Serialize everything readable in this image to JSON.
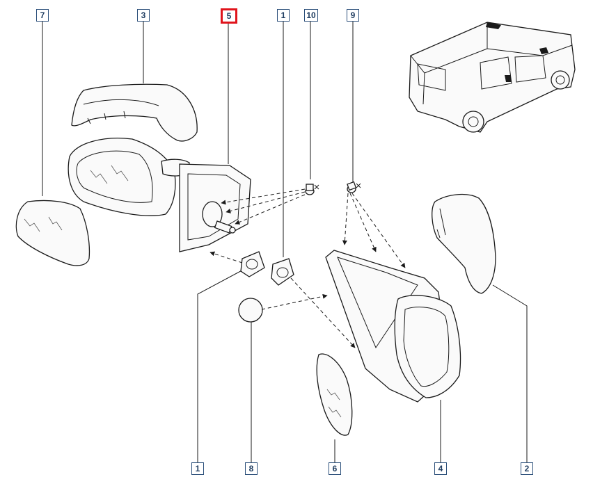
{
  "callouts": {
    "c7": "7",
    "c3": "3",
    "c5": "5",
    "c1_top": "1",
    "c10": "10",
    "c9": "9",
    "c1_bottom": "1",
    "c8": "8",
    "c6": "6",
    "c4": "4",
    "c2": "2"
  },
  "highlight_callout": "5",
  "colors": {
    "callout_border": "#2b4f7a",
    "highlight": "#e0141c",
    "line": "#1a1a1a"
  }
}
